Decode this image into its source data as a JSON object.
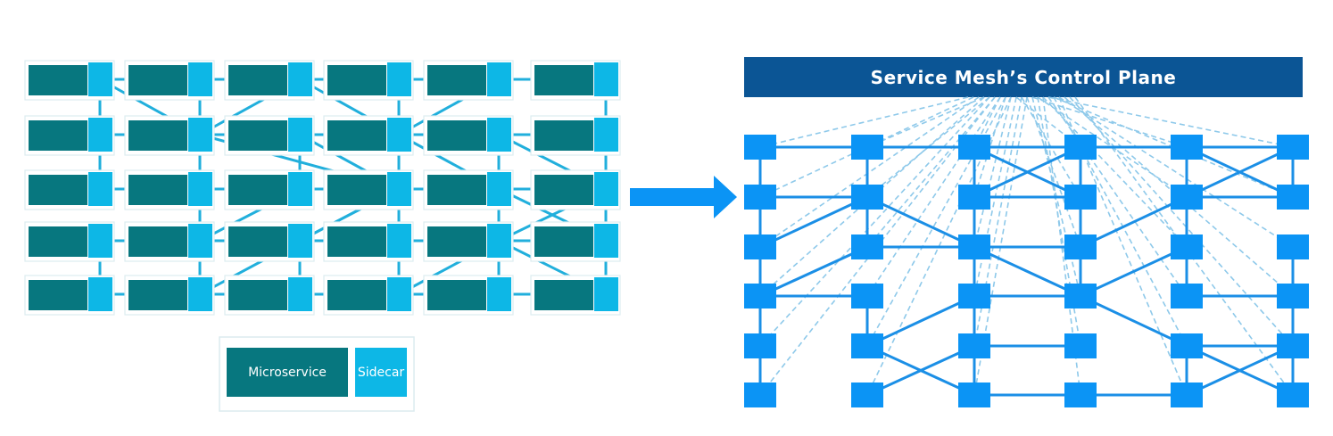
{
  "legend": {
    "microservice_label": "Microservice",
    "sidecar_label": "Sidecar"
  },
  "control_plane": {
    "title": "Service Mesh’s Control Plane"
  },
  "colors": {
    "microservice": "#07777f",
    "sidecar": "#0db7e6",
    "mesh_link": "#21afdc",
    "cell_border": "#dcecef",
    "node": "#0b94f5",
    "node_link": "#1b8fe6",
    "dashed": "#8ec9ea",
    "control_plane_bg": "#0b5595",
    "arrow": "#0b94f5",
    "label_text": "#ffffff"
  },
  "icons": {
    "arrow": "right-arrow-icon"
  }
}
